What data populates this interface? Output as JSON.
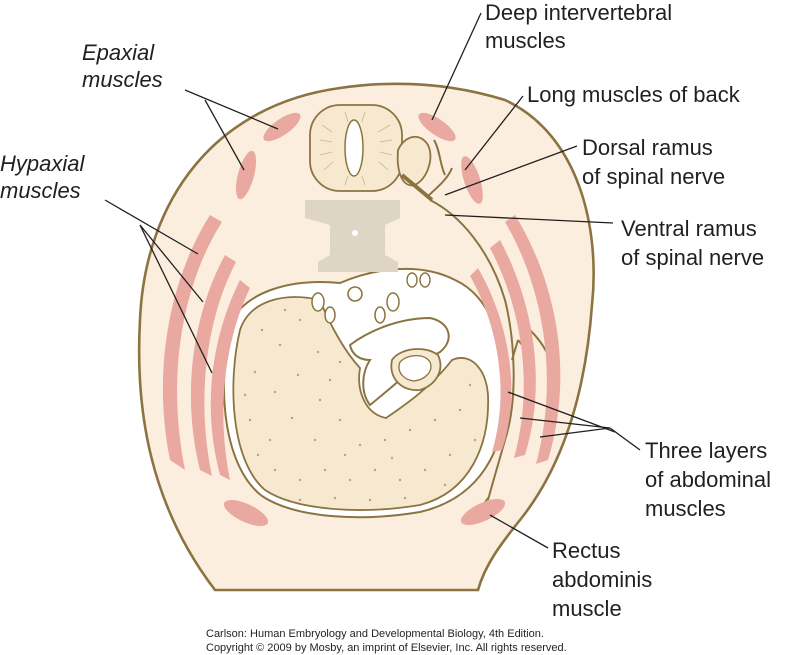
{
  "labels": {
    "epaxial": [
      "Epaxial",
      "muscles"
    ],
    "hypaxial": [
      "Hypaxial",
      "muscles"
    ],
    "deep_intervertebral": [
      "Deep intervertebral",
      "muscles"
    ],
    "long_muscles": [
      "Long muscles of back"
    ],
    "dorsal_ramus": [
      "Dorsal ramus",
      "of spinal nerve"
    ],
    "ventral_ramus": [
      "Ventral ramus",
      "of spinal nerve"
    ],
    "three_layers": [
      "Three layers",
      "of abdominal",
      "muscles"
    ],
    "rectus": [
      "Rectus",
      "abdominis",
      "muscle"
    ]
  },
  "credit": {
    "line1": "Carlson: Human Embryology and Developmental Biology, 4th Edition.",
    "line2": "Copyright © 2009 by Mosby, an imprint of Elsevier, Inc. All rights reserved."
  },
  "colors": {
    "outline": "#8b7442",
    "muscle": "#e9a9a0",
    "wall": "#fbeede",
    "organ": "#f7e9cf",
    "vertebra": "#ddd6c5"
  }
}
